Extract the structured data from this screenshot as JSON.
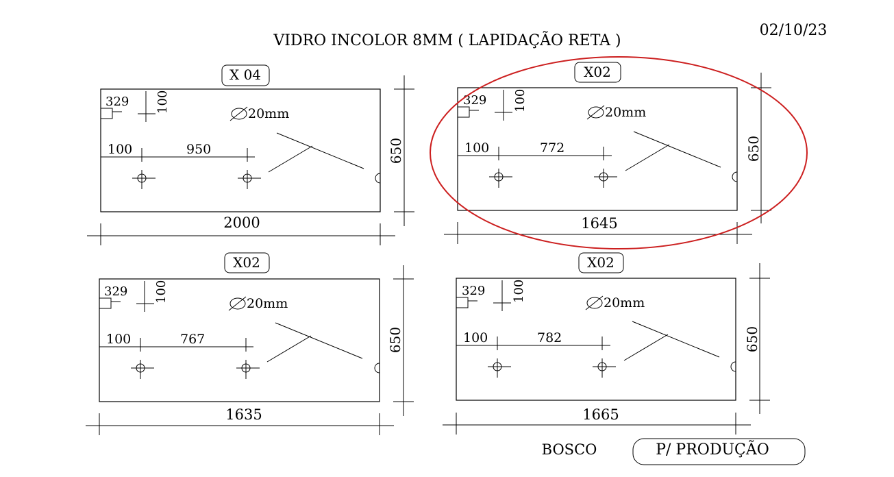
{
  "header": {
    "title": "VIDRO INCOLOR 8MM ( LAPIDAÇÃO RETA )",
    "date": "02/10/23"
  },
  "panels": [
    {
      "qty": "X 04",
      "corner_a": "329",
      "corner_b": "100",
      "hole_label": "20mm",
      "offset": "100",
      "spacing": "950",
      "height": "650",
      "width": "2000"
    },
    {
      "qty": "X02",
      "corner_a": "329",
      "corner_b": "100",
      "hole_label": "20mm",
      "offset": "100",
      "spacing": "772",
      "height": "650",
      "width": "1645"
    },
    {
      "qty": "X02",
      "corner_a": "329",
      "corner_b": "100",
      "hole_label": "20mm",
      "offset": "100",
      "spacing": "767",
      "height": "650",
      "width": "1635"
    },
    {
      "qty": "X02",
      "corner_a": "329",
      "corner_b": "100",
      "hole_label": "20mm",
      "offset": "100",
      "spacing": "782",
      "height": "650",
      "width": "1665"
    }
  ],
  "footer": {
    "client": "BOSCO",
    "status": "P/ PRODUÇÃO"
  },
  "colors": {
    "highlight": "#cc1f1f",
    "line": "#000000"
  }
}
